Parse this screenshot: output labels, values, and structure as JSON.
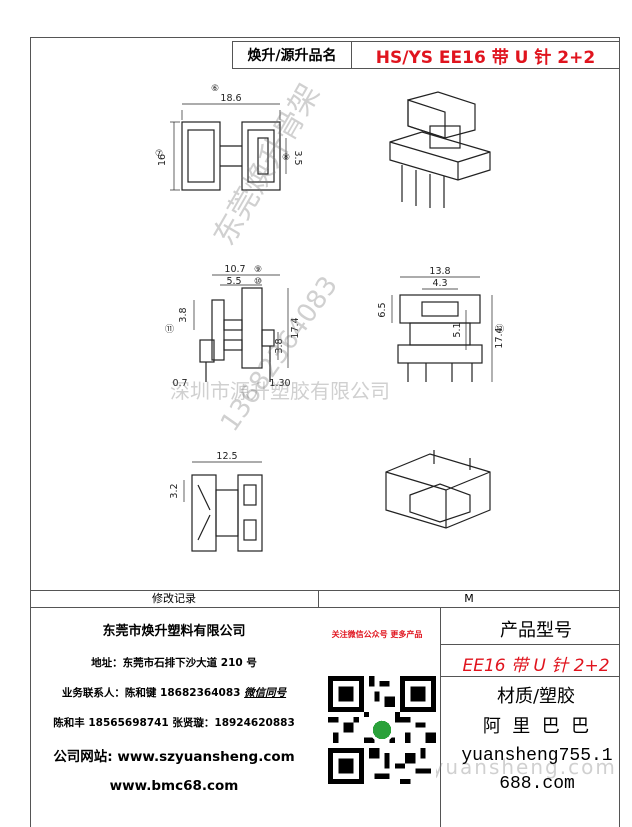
{
  "header": {
    "name_label": "焕升/源升品名",
    "product_name": "HS/YS EE16 带 U 针 2+2"
  },
  "drawing": {
    "dims": {
      "top_width": "18.6",
      "top_height": "16",
      "top_slot": "3.5",
      "side_width": "10.7",
      "side_inner": "5.5",
      "side_height": "17.4",
      "side_a": "3.8",
      "side_b": "3.8",
      "pin_dia_a": "0.7",
      "pin_dia_b": "1.30",
      "front_width": "13.8",
      "front_inner": "4.3",
      "front_left_h": "6.5",
      "front_mid_h": "5.1",
      "front_right_h": "17.4",
      "bottom_width": "12.5",
      "bottom_height": "3.2"
    },
    "refs": [
      "⑥",
      "⑦",
      "⑧",
      "⑨",
      "⑩",
      "⑪",
      "⑫"
    ]
  },
  "watermark": {
    "company": "深圳市源升塑胶有限公司",
    "brand": "东莞焕升骨架",
    "phone": "13682364083",
    "url": "www.szyuansheng.com"
  },
  "table": {
    "revision_label": "修改记录",
    "revision_value": "M"
  },
  "company": {
    "name": "东莞市焕升塑料有限公司",
    "address": "地址：东莞市石排下沙大道 210 号",
    "contact1_prefix": "业务联系人：陈和键 18682364083 ",
    "contact1_wechat": "微信同号",
    "contact2": "陈和丰 18565698741  张贤璇：18924620883",
    "website": "公司网站: www.szyuansheng.com",
    "website2": "www.bmc68.com"
  },
  "qr": {
    "title": "关注微信公众号  更多产品"
  },
  "right_panel": {
    "model_label": "产品型号",
    "model_value": "EE16 带 U 针 2+2",
    "material_label": "材质/塑胶",
    "alibaba": "阿  里  巴  巴",
    "shop_url": "yuansheng755.1688.com"
  }
}
